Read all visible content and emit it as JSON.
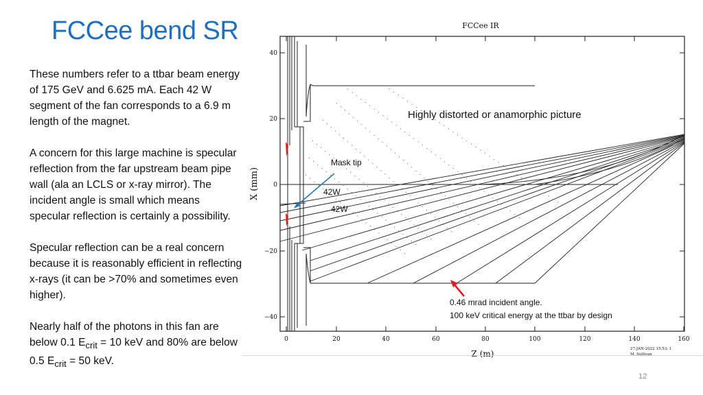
{
  "slide": {
    "title": "FCCee bend SR",
    "page_number": "12"
  },
  "body": {
    "p1": "These numbers refer to a ttbar beam energy of 175 GeV and 6.625 mA. Each 42 W segment of the fan corresponds to a 6.9 m length of the magnet.",
    "p2": "A concern for this large machine is specular reflection from the far upstream beam pipe wall (ala an LCLS or x-ray mirror). The incident angle is small which means specular reflection is certainly a possibility.",
    "p3": "Specular reflection can be a real concern because it is reasonably efficient in reflecting x-rays (it can be >70% and sometimes even higher).",
    "p4_a": "Nearly half of the photons in this fan are below 0.1 E",
    "p4_sub1": "crit",
    "p4_b": " = 10 keV and 80% are below 0.5 E",
    "p4_sub2": "crit",
    "p4_c": " = 50 keV."
  },
  "figure": {
    "plot_title": "FCCee IR",
    "xlabel": "Z (m)",
    "ylabel": "X (mm)",
    "xticks": [
      "0",
      "20",
      "40",
      "60",
      "80",
      "100",
      "120",
      "140",
      "160"
    ],
    "yticks": [
      "40",
      "20",
      "0",
      "−20",
      "−40"
    ],
    "stamp_date": "27‑JAN‑2022 15:53: 1",
    "stamp_author": "M. Sullivan",
    "annotations": {
      "distorted": "Highly distorted or anamorphic picture",
      "mask_tip": "Mask tip",
      "w1": "42W",
      "w2": "42W",
      "angle_line1": "0.46 mrad incident angle.",
      "angle_line2": "100 keV critical energy at the ttbar by design"
    },
    "colors": {
      "arrow": "#2e75b6",
      "red_arrow": "#e02020",
      "mask": "#e02020"
    }
  }
}
